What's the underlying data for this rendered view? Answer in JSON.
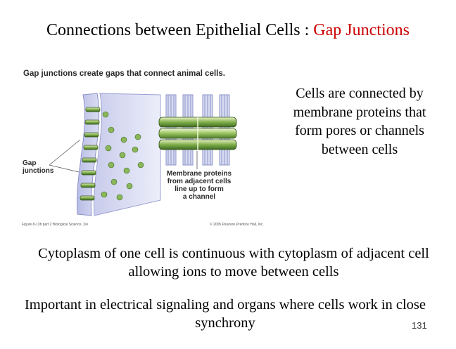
{
  "slide": {
    "title_prefix": "Connections between Epithelial Cells : ",
    "title_accent": "Gap Junctions",
    "accent_color": "#cc0000",
    "side_text": "Cells are connected by membrane proteins that form pores or channels between cells",
    "paragraph1": "Cytoplasm of one cell is continuous with cytoplasm of adjacent cell allowing ions to move between cells",
    "paragraph2": "Important in electrical signaling and organs where cells work in close synchrony",
    "page_number": "131"
  },
  "figure": {
    "heading": "Gap junctions create gaps that connect animal cells.",
    "gap_label": "Gap\njunctions",
    "membrane_label": "Membrane proteins\nfrom adjacent cells\nline up to form\na channel",
    "credit_left": "Figure 8-13b part 2  Biological Science, 2/e",
    "credit_right": "© 2005 Pearson Prentice Hall, Inc."
  }
}
